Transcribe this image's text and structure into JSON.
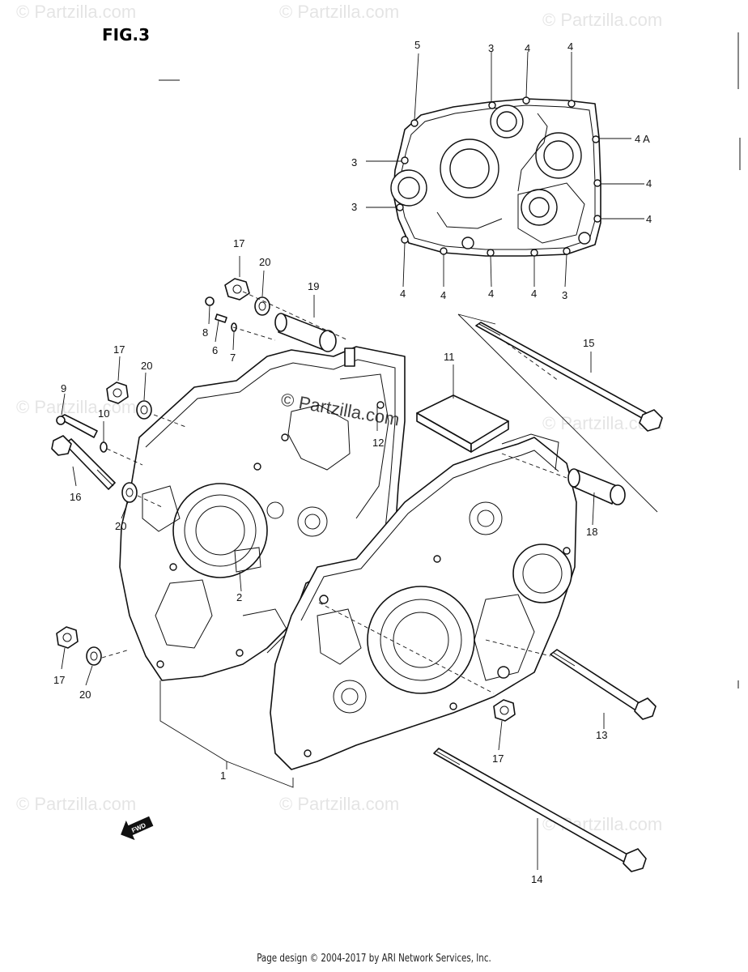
{
  "figure": {
    "title": "FIG.3"
  },
  "watermark": {
    "text": "© Partzilla.com"
  },
  "callouts": {
    "c1": "1",
    "c2": "2",
    "c3": "3",
    "c4": "4",
    "c4a": "4 A",
    "c5": "5",
    "c6": "6",
    "c7": "7",
    "c8": "8",
    "c9": "9",
    "c10": "10",
    "c11": "11",
    "c12": "12",
    "c13": "13",
    "c14": "14",
    "c15": "15",
    "c16": "16",
    "c17": "17",
    "c18": "18",
    "c19": "19",
    "c20": "20"
  },
  "fwd_label": "FWD",
  "footer": {
    "text": "Page design © 2004-2017 by ARI Network Services, Inc."
  }
}
